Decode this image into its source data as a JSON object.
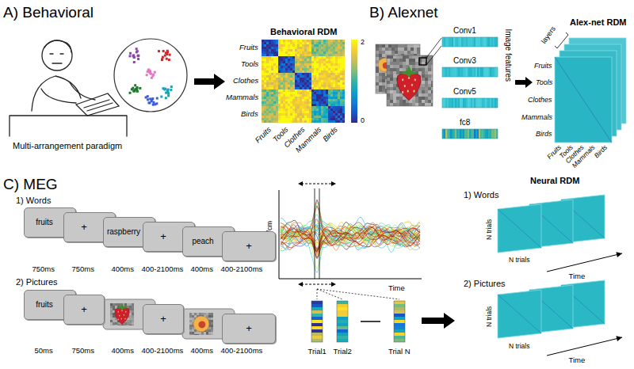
{
  "diagram": {
    "nodes": [
      {
        "text": [
          "fruits"
        ]
      },
      {
        "text": [
          "+"
        ]
      },
      {
        "text": [
          "raspberry"
        ]
      },
      {
        "text": [
          "+"
        ]
      },
      {
        "text": [
          "peach"
        ]
      },
      {
        "text": [
          "+"
        ]
      },
      {
        "text": [
          "fruits"
        ]
      },
      {
        "text": [
          "+"
        ]
      },
      {
        "text": [
          "+"
        ]
      },
      {
        "text": [
          "+"
        ]
      }
    ],
    "labels": [
      "A) Behavioral",
      "Behavioral RDM",
      "Fruits",
      "Tools",
      "Clothes",
      "Mammals",
      "Birds",
      "2",
      "0",
      "Multi-arrangement paradigm",
      "Fruits",
      "Tools",
      "Clothes",
      "Mammals",
      "Birds",
      "B) Alexnet",
      "Conv1",
      "Image features",
      "Conv3",
      "Conv5",
      "fc8",
      "layers",
      "Alex-net RDM",
      "Fruits",
      "Tools",
      "Clothes",
      "Mammals",
      "Birds",
      "Fruits",
      "Tools",
      "Clothes",
      "Mammals",
      "Birds",
      "C) MEG",
      "1) Words",
      "750ms",
      "750ms",
      "400ms",
      "400-2100ms",
      "400ms",
      "400-2100ms",
      "2) Pictures",
      "50ms",
      "750ms",
      "400ms",
      "400-2100ms",
      "400ms",
      "400-2100ms",
      "fT/cm",
      "Time",
      "Trial1",
      "Trial2",
      "Trial N",
      "Neural RDM",
      "1) Words",
      "N trials",
      "N trials",
      "Time",
      "2) Pictures",
      "N trials",
      "N trials",
      "Time"
    ]
  }
}
